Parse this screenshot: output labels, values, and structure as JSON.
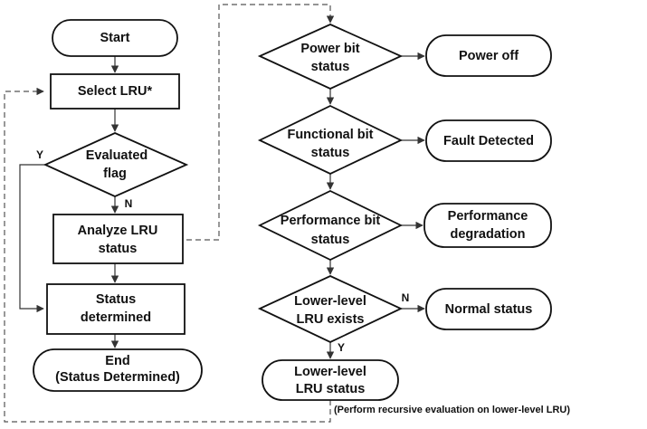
{
  "nodes": {
    "start": "Start",
    "select_lru": "Select LRU*",
    "evaluated_flag": [
      "Evaluated",
      "flag"
    ],
    "analyze_lru": [
      "Analyze LRU",
      "status"
    ],
    "status_determined": [
      "Status",
      "determined"
    ],
    "end": [
      "End",
      "(Status Determined)"
    ],
    "power_bit": [
      "Power bit",
      "status"
    ],
    "power_off": "Power off",
    "functional_bit": [
      "Functional bit",
      "status"
    ],
    "fault_detected": "Fault Detected",
    "performance_bit": [
      "Performance bit",
      "status"
    ],
    "performance_degradation": [
      "Performance",
      "degradation"
    ],
    "lower_level_exists": [
      "Lower-level",
      "LRU exists"
    ],
    "normal_status": "Normal status",
    "lower_level_status": [
      "Lower-level",
      "LRU status"
    ]
  },
  "branch_labels": {
    "flag_yes": "Y",
    "flag_no": "N",
    "exists_no": "N",
    "exists_yes": "Y"
  },
  "note": "(Perform recursive evaluation on lower-level LRU)",
  "colors": {
    "stroke": "#111111",
    "connector": "#333333",
    "dashed": "#555555",
    "fill": "#ffffff"
  }
}
